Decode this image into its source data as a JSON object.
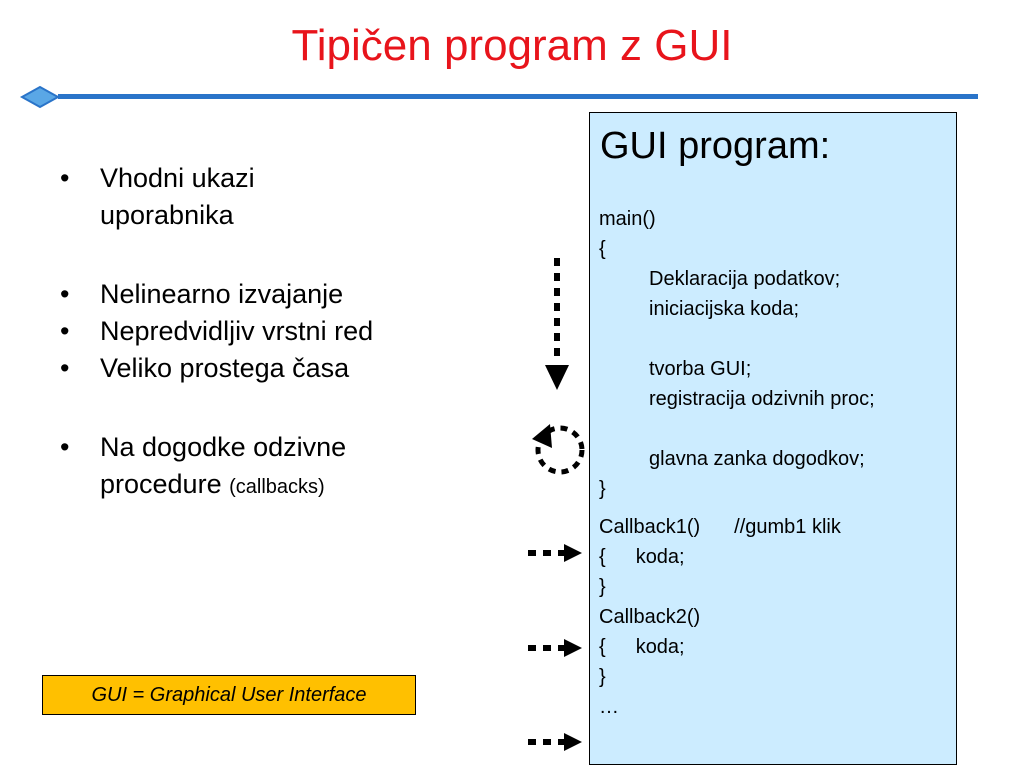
{
  "slide": {
    "title": "Tipičen program z GUI",
    "accent_color": "#e8141b",
    "divider_color": "#2a74c9"
  },
  "bullets": [
    {
      "line1": "Vhodni ukazi",
      "line2": "uporabnika"
    },
    {
      "line1": "Nelinearno izvajanje"
    },
    {
      "line1": "Nepredvidljiv vrstni red"
    },
    {
      "line1": "Veliko prostega časa"
    },
    {
      "line1": "Na dogodke  odzivne",
      "line2": "procedure",
      "line2_small": "(callbacks)"
    }
  ],
  "definition": {
    "text": "GUI = Graphical User Interface",
    "background": "#ffc000"
  },
  "code_panel": {
    "heading": "GUI program:",
    "background": "#ccecff",
    "lines": [
      "main()",
      "{",
      "Deklaracija podatkov;",
      "iniciacijska koda;",
      "",
      "tvorba GUI;",
      "registracija odzivnih proc;",
      "",
      "glavna zanka dogodkov;",
      "}",
      "",
      "Callback1()",
      "//gumb1 klik",
      "{",
      "koda;",
      "}",
      "Callback2()",
      "{",
      "koda;",
      "}",
      "…"
    ]
  },
  "arrows": {
    "flow_arrow_icon": "dotted-down-arrow-icon",
    "loop_arrow_icon": "dotted-loop-arrow-icon",
    "callback_arrow_icon": "dotted-right-arrow-icon"
  }
}
